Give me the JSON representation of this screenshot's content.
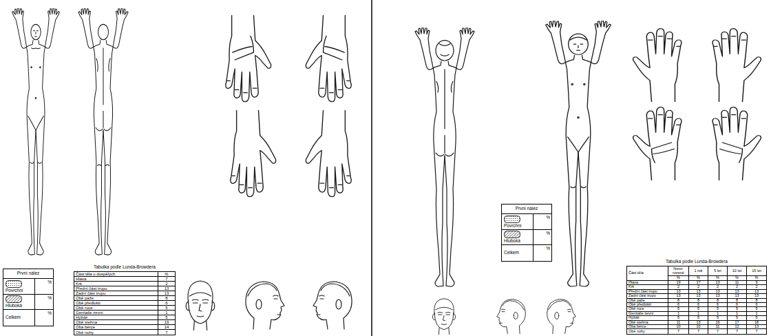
{
  "diagram": {
    "labels": [
      "První nález",
      "Povrchní",
      "%",
      "Hluboká",
      "%",
      "Celkem",
      "%",
      "Tabulka podle Lunda-Browdera",
      "Část těla u dospělých",
      "%",
      "Hlava",
      "7",
      "Krk",
      "2",
      "Přední část trupu",
      "13",
      "Zadní část trupu",
      "13",
      "Obě paže",
      "8",
      "Obě předloktí",
      "6",
      "Obě ruce",
      "5",
      "Genitalie zevní",
      "1",
      "Hýždě",
      "5",
      "Obě stehna",
      "19",
      "Oba bérce",
      "14",
      "Obě nohy",
      "7",
      "První nález",
      "Povrchní",
      "%",
      "Hluboká",
      "%",
      "Celkem",
      "%",
      "Tabulka podle Lunda-Browdera",
      "Část těla",
      "Novo- rozené",
      "1 rok",
      "5 let",
      "10 let",
      "15 let",
      "%",
      "%",
      "%",
      "%",
      "%",
      "Hlava",
      "19",
      "17",
      "13",
      "11",
      "9",
      "Krk",
      "2",
      "2",
      "2",
      "2",
      "2",
      "Přední část trupu",
      "13",
      "13",
      "13",
      "13",
      "13",
      "Zadní část trupu",
      "13",
      "13",
      "13",
      "13",
      "13",
      "Obě paže",
      "8",
      "8",
      "8",
      "8",
      "8",
      "Obě předloktí",
      "6",
      "6",
      "6",
      "6",
      "6",
      "Obě ruce",
      "5",
      "5",
      "5",
      "5",
      "5",
      "Genitalie zevní",
      "1",
      "1",
      "1",
      "1",
      "1",
      "Hýždě",
      "5",
      "5",
      "5",
      "5",
      "5",
      "Obě stehna",
      "11",
      "13",
      "16",
      "17",
      "18",
      "Oba bérce",
      "10",
      "10",
      "11",
      "12",
      "13",
      "Obě nohy",
      "7",
      "7",
      "7",
      "7",
      "7"
    ]
  }
}
